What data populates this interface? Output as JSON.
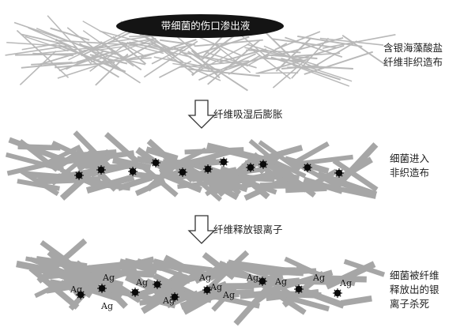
{
  "exudate_label": "带细菌的伤口渗出液",
  "stage1": {
    "label_lines": [
      "含银海藻酸盐",
      "纤维非织造布"
    ]
  },
  "arrow1": {
    "label": "纤维吸湿后膨胀"
  },
  "stage2": {
    "label_lines": [
      "细菌进入",
      "非织造布"
    ]
  },
  "arrow2": {
    "label": "纤维释放银离子"
  },
  "stage3": {
    "label_lines": [
      "细菌被纤维",
      "释放出的银",
      "离子杀死"
    ]
  },
  "ion_symbol": "Ag",
  "colors": {
    "exudate_fill": "#141414",
    "fiber_dry": "#b8b8b8",
    "fiber_swollen": "#a6a6a6",
    "bacteria": "#0a0a0a",
    "arrow_stroke": "#333333",
    "text": "#222222"
  }
}
